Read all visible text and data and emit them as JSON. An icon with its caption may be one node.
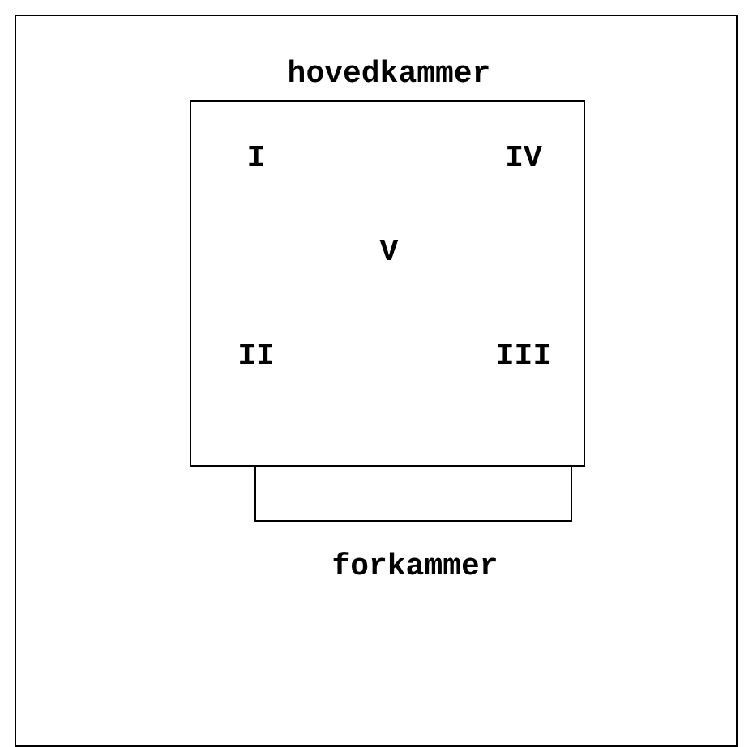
{
  "diagram": {
    "nodes": [
      {
        "text": [
          "hovedkammer",
          "I",
          "IV",
          "V",
          "II",
          "III"
        ]
      },
      {
        "text": [
          "forkammer"
        ]
      }
    ]
  }
}
